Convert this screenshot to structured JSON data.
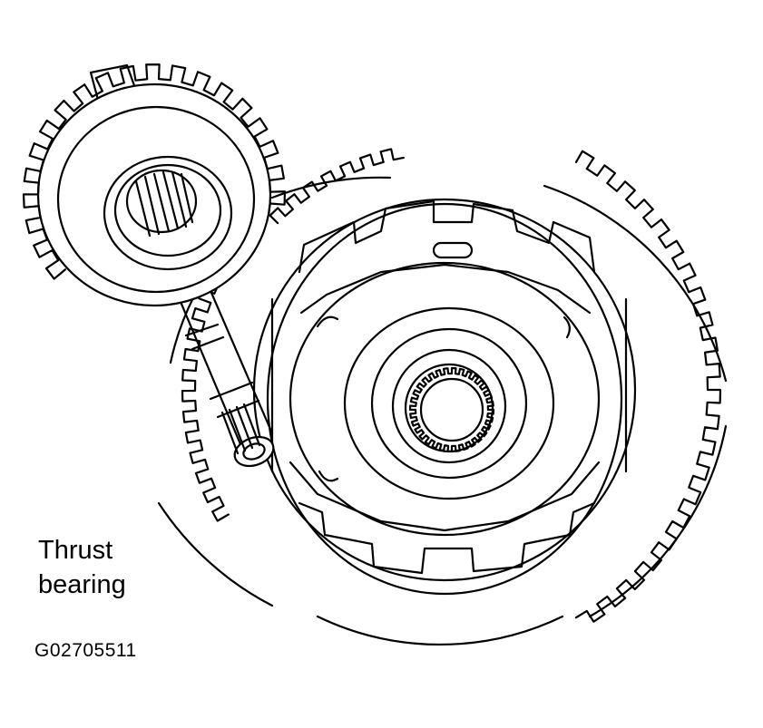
{
  "callout": {
    "line1": "Thrust",
    "line2": "bearing"
  },
  "figure_id": "G02705511",
  "colors": {
    "ink": "#000000",
    "paper": "#ffffff"
  }
}
